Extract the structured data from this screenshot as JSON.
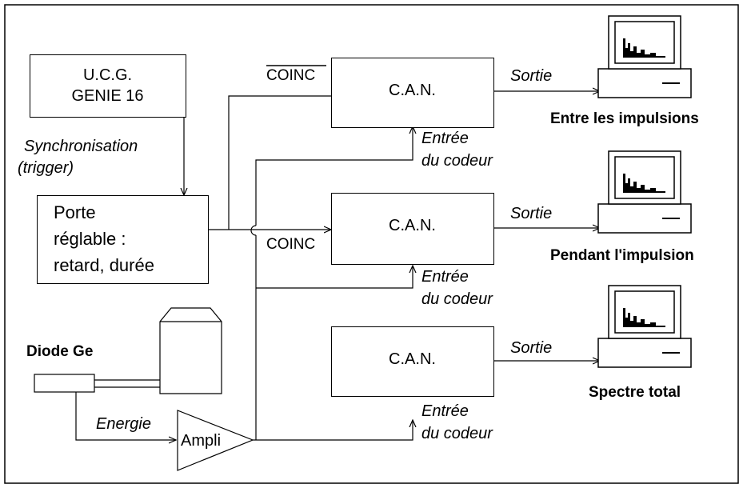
{
  "ucg_box": {
    "line1": "U.C.G.",
    "line2": "GENIE 16"
  },
  "sync_label": {
    "line1": "Synchronisation",
    "line2": "(trigger)"
  },
  "porte_box": {
    "line1": "Porte",
    "line2": "réglable :",
    "line3": "retard, durée"
  },
  "diode_label": "Diode Ge",
  "energie_label": "Energie",
  "ampli_label": "Ampli",
  "coinc_bar_label": "COINC",
  "coinc_label": "COINC",
  "can_label": "C.A.N.",
  "sortie_label": "Sortie",
  "entree_label": {
    "line1": "Entrée",
    "line2": "du codeur"
  },
  "outputs": [
    "Entre les impulsions",
    "Pendant l'impulsion",
    "Spectre total"
  ]
}
